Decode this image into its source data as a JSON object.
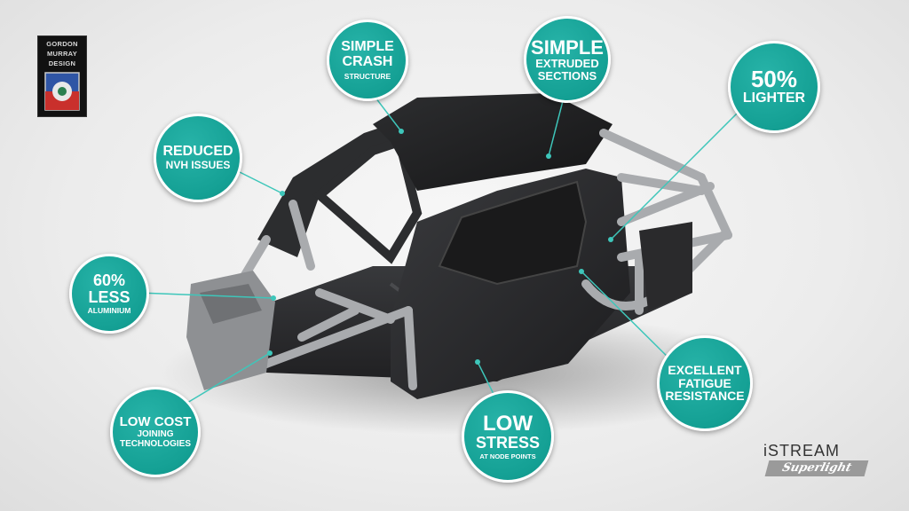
{
  "logo": {
    "lines": [
      "GORDON",
      "MURRAY",
      "DESIGN"
    ]
  },
  "callouts": {
    "simple_crash": {
      "line1": "SIMPLE",
      "line2": "CRASH",
      "line3": "STRUCTURE"
    },
    "simple_extruded": {
      "line1": "SIMPLE",
      "line2": "EXTRUDED",
      "line3": "SECTIONS"
    },
    "lighter": {
      "line1": "50%",
      "line2": "LIGHTER"
    },
    "reduced_nvh": {
      "line1": "REDUCED",
      "line2": "NVH ISSUES"
    },
    "less_aluminium": {
      "line1": "60%",
      "line2": "LESS",
      "line3": "ALUMINIUM"
    },
    "low_cost": {
      "line1": "LOW COST",
      "line2": "JOINING",
      "line3": "TECHNOLOGIES"
    },
    "low_stress": {
      "line1": "LOW",
      "line2": "STRESS",
      "line3": "AT NODE POINTS"
    },
    "fatigue": {
      "line1": "EXCELLENT",
      "line2": "FATIGUE",
      "line3": "RESISTANCE"
    }
  },
  "brand": {
    "top": "iSTREAM",
    "bottom": "Superlight"
  },
  "colors": {
    "bubble_teal": "#14a094",
    "leader_line": "#3ec6ba",
    "chassis_dark": "#2a2a2c",
    "frame_silver": "#a9abae"
  }
}
